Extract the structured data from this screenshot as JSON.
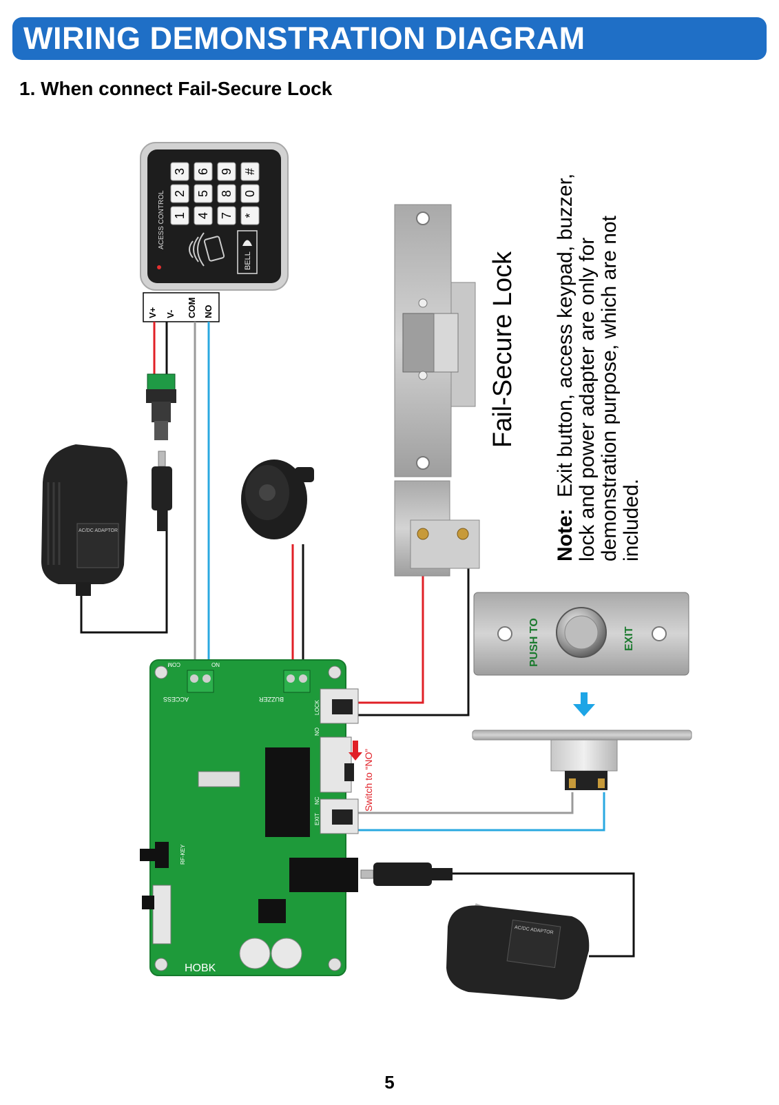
{
  "header": {
    "title": "WIRING DEMONSTRATION DIAGRAM"
  },
  "section": {
    "title": "1. When connect Fail-Secure Lock"
  },
  "keypad": {
    "keys": [
      "3",
      "6",
      "9",
      "#",
      "2",
      "5",
      "8",
      "0",
      "1",
      "4",
      "7",
      "*"
    ],
    "brand_text": "ACESS CONTROL",
    "bell_label": "BELL",
    "terminals": [
      "V+",
      "V-",
      "COM",
      "NO"
    ]
  },
  "lock": {
    "label": "Fail-Secure Lock"
  },
  "exit_button": {
    "push_label": "PUSH TO",
    "exit_label": "EXIT"
  },
  "board": {
    "brand": "HOBK",
    "access_label": "ACCESS",
    "buzzer_label": "BUZZER",
    "com_label": "COM",
    "no_label": "NO",
    "lock_label": "LOCK",
    "nc_label": "NC",
    "exit_label": "EXIT",
    "no_port_label": "NO",
    "rf_key_label": "RF-KEY",
    "switch_note": "Switch to “NO”"
  },
  "adapter": {
    "label": "AC/DC ADAPTOR"
  },
  "note": {
    "bold": "Note:",
    "lines": [
      "Exit button, access keypad, buzzer,",
      "lock and power adapter are only for",
      "demonstration purpose, which are not",
      "included."
    ]
  },
  "wire_colors": {
    "positive": "#e01f26",
    "negative": "#111111",
    "com": "#9a9a9a",
    "no": "#29a8e0"
  },
  "page": {
    "number": "5"
  }
}
